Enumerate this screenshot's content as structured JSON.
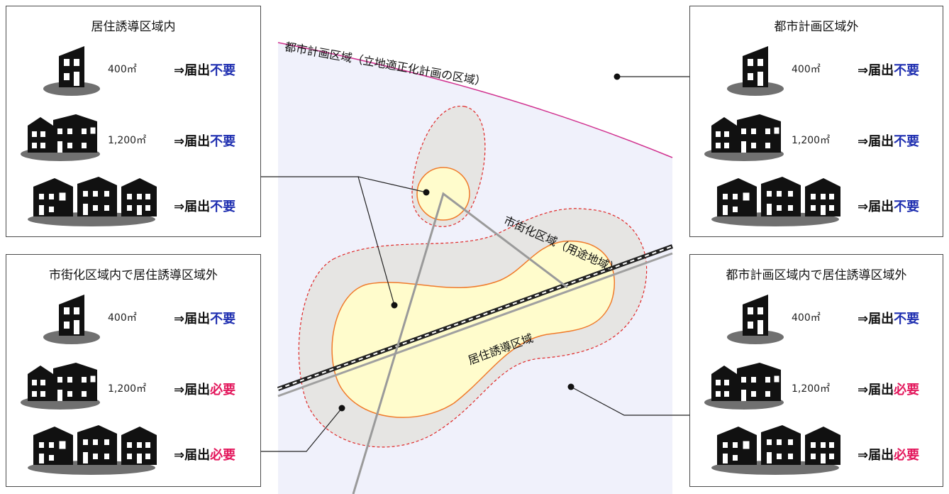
{
  "diagram": {
    "labels": {
      "city_planning_area": "都市計画区域（立地適正化計画の区域）",
      "urbanization_area": "市街化区域（用途地域）",
      "residential_zone": "居住誘導区域"
    },
    "boxes": {
      "top_left": {
        "title": "居住誘導区域内",
        "rows": [
          {
            "area": "400㎡",
            "prefix": "⇒届出",
            "status": "不要"
          },
          {
            "area": "1,200㎡",
            "prefix": "⇒届出",
            "status": "不要"
          },
          {
            "area": "",
            "prefix": "⇒届出",
            "status": "不要"
          }
        ]
      },
      "bottom_left": {
        "title": "市街化区域内で居住誘導区域外",
        "rows": [
          {
            "area": "400㎡",
            "prefix": "⇒届出",
            "status": "不要"
          },
          {
            "area": "1,200㎡",
            "prefix": "⇒届出",
            "status": "必要"
          },
          {
            "area": "",
            "prefix": "⇒届出",
            "status": "必要"
          }
        ]
      },
      "top_right": {
        "title": "都市計画区域外",
        "rows": [
          {
            "area": "400㎡",
            "prefix": "⇒届出",
            "status": "不要"
          },
          {
            "area": "1,200㎡",
            "prefix": "⇒届出",
            "status": "不要"
          },
          {
            "area": "",
            "prefix": "⇒届出",
            "status": "不要"
          }
        ]
      },
      "bottom_right": {
        "title": "都市計画区域内で居住誘導区域外",
        "rows": [
          {
            "area": "400㎡",
            "prefix": "⇒届出",
            "status": "不要"
          },
          {
            "area": "1,200㎡",
            "prefix": "⇒届出",
            "status": "必要"
          },
          {
            "area": "",
            "prefix": "⇒届出",
            "status": "必要"
          }
        ]
      }
    },
    "colors": {
      "not_required": "#1f2fb0",
      "required": "#e3175c",
      "planning_boundary": "#d0318f",
      "zone_fill": "#fffccc",
      "zone_border": "#f07a2a",
      "buffer_fill": "#e6e5e3",
      "buffer_border": "#e02828",
      "planning_fill": "#f0f1fb"
    }
  }
}
